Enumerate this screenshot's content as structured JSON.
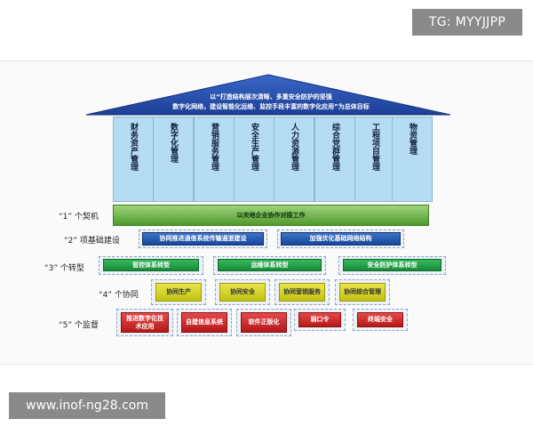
{
  "watermarks": {
    "top": "TG: MYYJJPP",
    "bottom": "www.inof-ng28.com"
  },
  "roof": {
    "line1": "以“打造结构层次清晰、多重安全防护的坚强",
    "line2": "数字化网络，建设智能化运维、监控手段丰富的数字化应用”为总体目标"
  },
  "pillars": [
    "财务资产管理",
    "数字化管理",
    "营销服务管理",
    "安全生产管理",
    "人力资源管理",
    "综合党群管理",
    "工程项目管理",
    "物资管理"
  ],
  "foundation": {
    "label": "“1” 个契机",
    "text": "以央地企业协作对接工作"
  },
  "rows": {
    "base": {
      "label": "“2” 项基础建设",
      "items": [
        "协同推进通信系统传输通道建设",
        "加强优化基础网络结构"
      ]
    },
    "transform": {
      "label": "“3” 个转型",
      "items": [
        "管控体系转型",
        "运维体系转型",
        "安全防护体系转型"
      ]
    },
    "coordinate": {
      "label": "“4” 个协同",
      "items": [
        "协同生产",
        "协同安全",
        "协同营销服务",
        "协同综合管理"
      ]
    },
    "supervise": {
      "label": "“5” 个监督",
      "items": [
        "推进数字化技术应用",
        "自建信息系统",
        "软件正版化",
        "弱口令",
        "终端安全"
      ]
    }
  }
}
